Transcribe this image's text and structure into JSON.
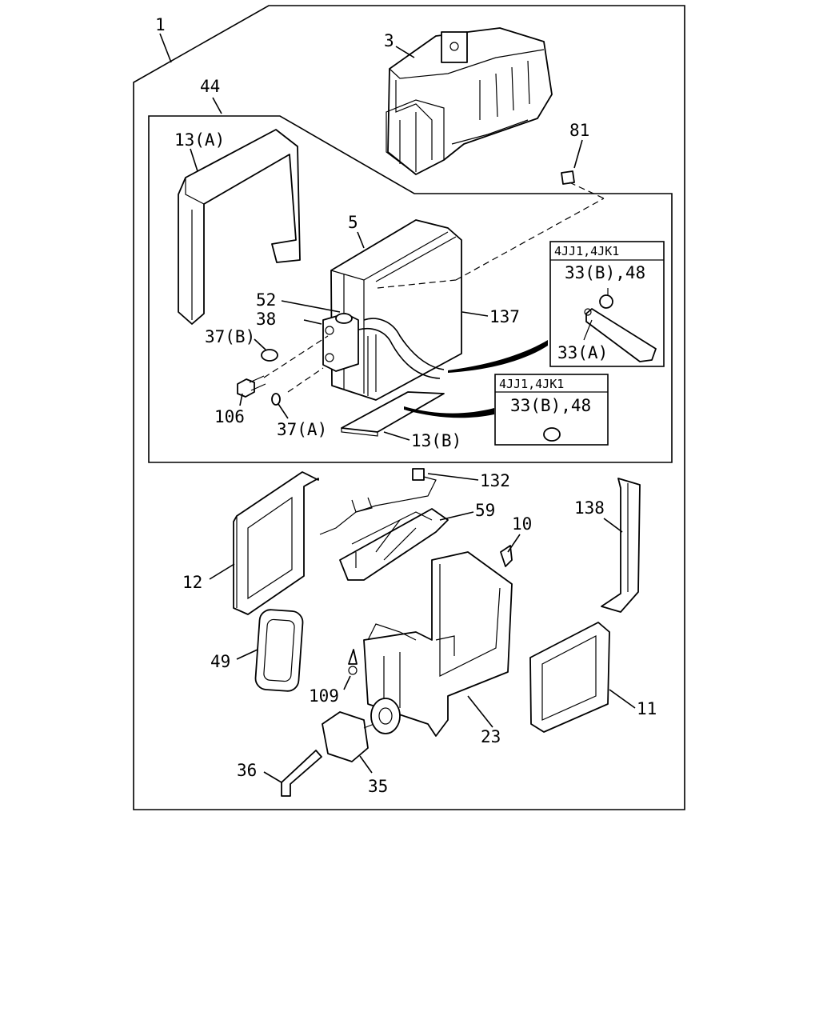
{
  "callouts": {
    "c1": "1",
    "c3": "3",
    "c44": "44",
    "c81": "81",
    "c13a": "13(A)",
    "c5": "5",
    "c52": "52",
    "c38": "38",
    "c137": "137",
    "c37b": "37(B)",
    "c106": "106",
    "c37a": "37(A)",
    "c13b": "13(B)",
    "c132": "132",
    "c59": "59",
    "c10": "10",
    "c138": "138",
    "c12": "12",
    "c49": "49",
    "c109": "109",
    "c23": "23",
    "c11": "11",
    "c36": "36",
    "c35": "35"
  },
  "inset_top": {
    "engine_label": "4JJ1,4JK1",
    "parts_label": "33(B),48",
    "sub_label": "33(A)"
  },
  "inset_bottom": {
    "engine_label": "4JJ1,4JK1",
    "parts_label": "33(B),48"
  }
}
